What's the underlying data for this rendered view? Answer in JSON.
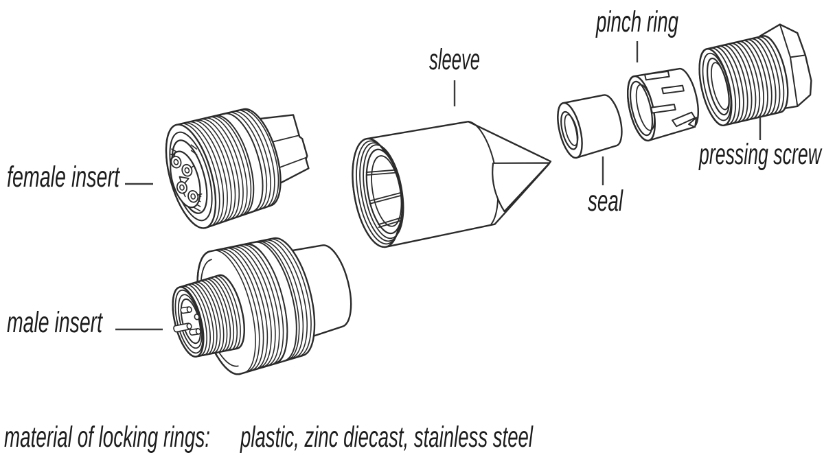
{
  "labels": {
    "female_insert": "female insert",
    "male_insert": "male insert",
    "sleeve": "sleeve",
    "seal": "seal",
    "pinch_ring": "pinch ring",
    "pressing_screw": "pressing screw"
  },
  "footer": {
    "label": "material of locking rings:",
    "value": "plastic, zinc diecast, stainless steel"
  },
  "colors": {
    "line": "#2b2b2b",
    "text": "#1c1c1c",
    "background": "#ffffff"
  }
}
